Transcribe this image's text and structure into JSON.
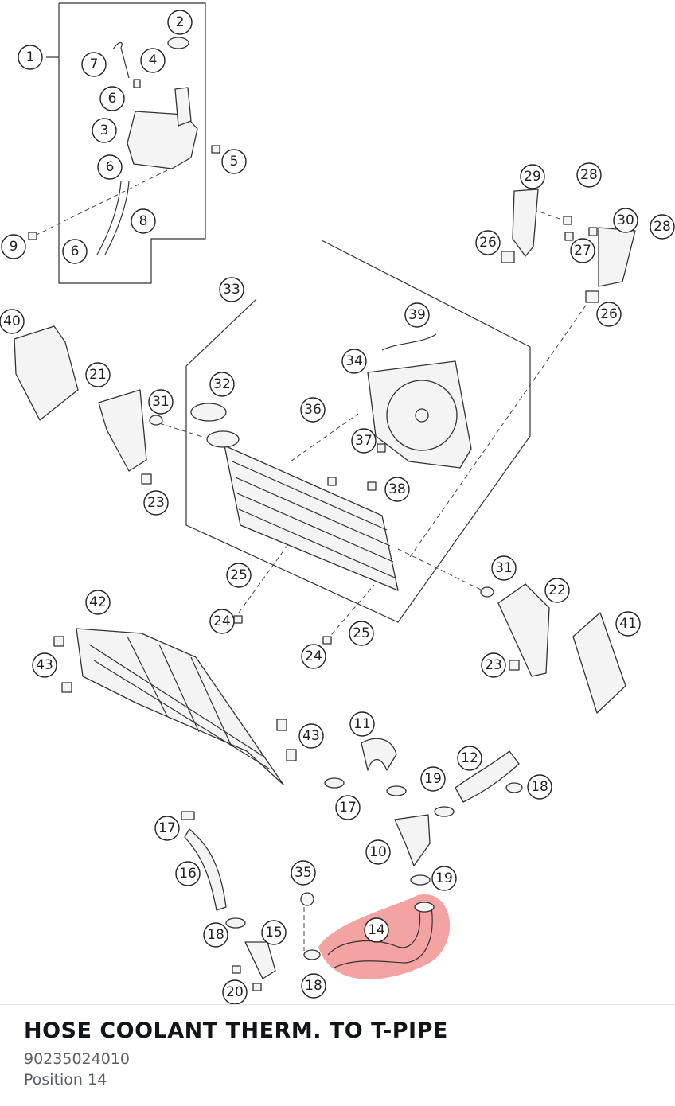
{
  "part": {
    "title": "HOSE COOLANT THERM. TO T-PIPE",
    "part_number": "90235024010",
    "position_label": "Position",
    "position_value": "14"
  },
  "highlight_color": "#f08080",
  "callouts": [
    "1",
    "2",
    "3",
    "4",
    "5",
    "6",
    "7",
    "8",
    "9",
    "10",
    "11",
    "12",
    "14",
    "15",
    "16",
    "17",
    "18",
    "19",
    "20",
    "21",
    "22",
    "23",
    "24",
    "25",
    "26",
    "27",
    "28",
    "29",
    "30",
    "31",
    "32",
    "33",
    "34",
    "35",
    "36",
    "37",
    "38",
    "39",
    "40",
    "41",
    "42",
    "43"
  ]
}
